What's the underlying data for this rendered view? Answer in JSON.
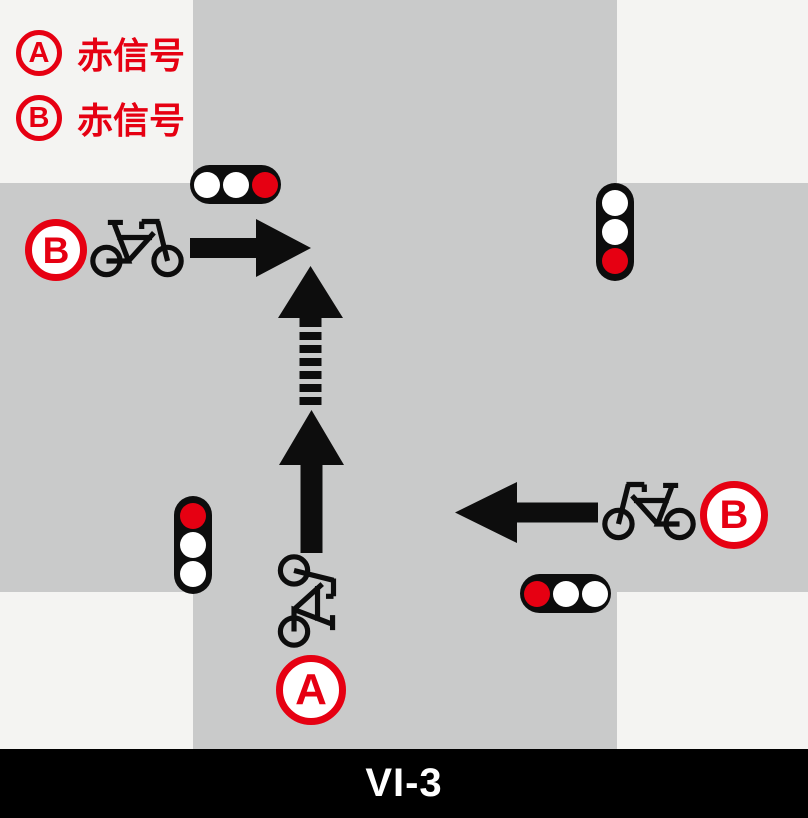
{
  "legend": {
    "items": [
      {
        "badge": "A",
        "label": "赤信号"
      },
      {
        "badge": "B",
        "label": "赤信号"
      }
    ]
  },
  "markers": {
    "b_left": "B",
    "b_right": "B",
    "a_bottom": "A"
  },
  "signals": {
    "top_horizontal": {
      "orientation": "horizontal",
      "lenses": [
        "white",
        "white",
        "red"
      ]
    },
    "right_vertical": {
      "orientation": "vertical",
      "lenses": [
        "white",
        "white",
        "red"
      ]
    },
    "left_bottom_vertical": {
      "orientation": "vertical",
      "lenses": [
        "red",
        "white",
        "white"
      ]
    },
    "bottom_horizontal": {
      "orientation": "horizontal",
      "lenses": [
        "red",
        "white",
        "white"
      ]
    }
  },
  "arrows": {
    "b_left_direction": "right",
    "b_right_direction": "left",
    "a_direction": "up",
    "a_continuation": "up-dashed"
  },
  "icons": {
    "bicycle": "bicycle-icon",
    "traffic_light": "traffic-light-icon"
  },
  "footer": {
    "label": "VI-3"
  },
  "colors": {
    "signal_red": "#e60012",
    "road_gray": "#c9caca",
    "corner_white": "#f4f4f2",
    "housing_black": "#0d0d0d"
  }
}
